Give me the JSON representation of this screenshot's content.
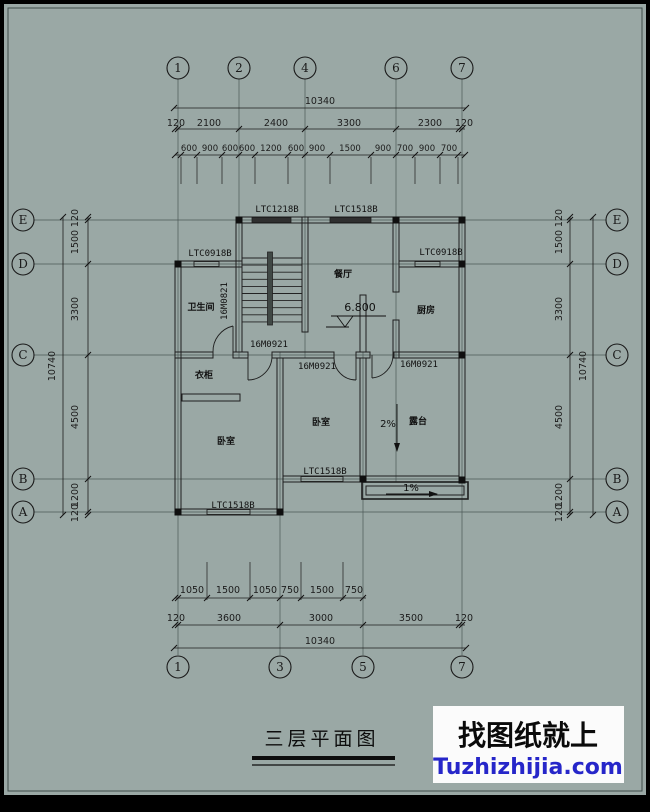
{
  "page": {
    "background": "#9aa8a5",
    "line_color": "#1e1e1e",
    "frame_color": "#000000"
  },
  "title": {
    "text": "三层平面图"
  },
  "watermark": {
    "line1": "找图纸就上",
    "line2": "Tuzhizhijia.com",
    "accent": "#2626c9",
    "box": "#fbfbfb"
  },
  "axes": {
    "top": [
      "1",
      "2",
      "4",
      "6",
      "7"
    ],
    "bottom": [
      "1",
      "3",
      "5",
      "7"
    ],
    "left": [
      "E",
      "D",
      "C",
      "B",
      "A"
    ],
    "right": [
      "E",
      "D",
      "C",
      "B",
      "A"
    ]
  },
  "dims": {
    "top_total": "10340",
    "top_row2": [
      "120",
      "2100",
      "2400",
      "3300",
      "2300",
      "120"
    ],
    "top_row3": [
      "600",
      "900",
      "600",
      "600",
      "1200",
      "600",
      "900",
      "1500",
      "900",
      "700",
      "900",
      "700"
    ],
    "left_total": "10740",
    "left_chain": [
      "120",
      "1500",
      "3300",
      "4500",
      "1200",
      "120"
    ],
    "right_total": "10740",
    "right_chain": [
      "120",
      "1500",
      "3300",
      "4500",
      "1200",
      "120"
    ],
    "bottom_row1": [
      "1050",
      "1500",
      "1050",
      "750",
      "1500",
      "750"
    ],
    "bottom_row2": [
      "120",
      "3600",
      "3000",
      "3500",
      "120"
    ],
    "bottom_total": "10340"
  },
  "rooms": {
    "bathroom": "卫生间",
    "dining": "餐厅",
    "kitchen": "厨房",
    "wardrobe": "衣柜",
    "bedroom_left": "卧室",
    "bedroom_mid": "卧室",
    "terrace": "露台"
  },
  "tags": {
    "lintel_top_left": "LTC1218B",
    "lintel_top_right": "LTC1518B",
    "window_left": "LTC0918B",
    "window_right": "LTC0918B",
    "window_b": "LTC1518B",
    "window_a": "LTC1518B",
    "door_bath": "16M0821",
    "door_bed_left": "16M0921",
    "door_bed_mid": "16M0921",
    "door_terrace": "16M0921",
    "level": "6.800",
    "slope_terrace": "2%",
    "slope_gutter": "1%"
  }
}
